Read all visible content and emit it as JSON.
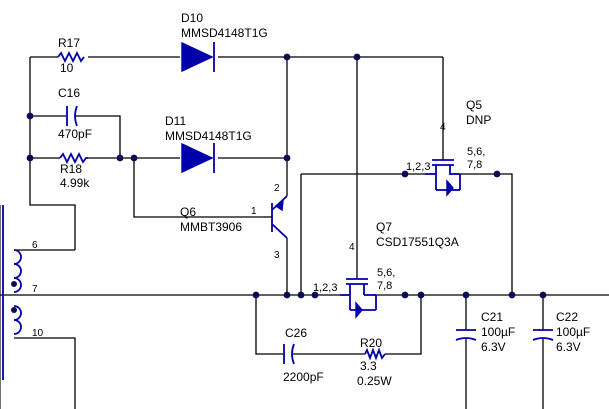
{
  "diagram": {
    "components": {
      "D10": {
        "ref": "D10",
        "value": "MMSD4148T1G"
      },
      "D11": {
        "ref": "D11",
        "value": "MMSD4148T1G"
      },
      "R17": {
        "ref": "R17",
        "value": "10"
      },
      "C16": {
        "ref": "C16",
        "value": "470pF"
      },
      "R18": {
        "ref": "R18",
        "value": "4.99k"
      },
      "Q5": {
        "ref": "Q5",
        "value": "DNP",
        "pin_gate": "4",
        "pin_source": "1,2,3",
        "pin_drain_a": "5,6,",
        "pin_drain_b": "7,8"
      },
      "Q6": {
        "ref": "Q6",
        "value": "MMBT3906",
        "pin_base": "1",
        "pin_emitter": "2",
        "pin_collector": "3"
      },
      "Q7": {
        "ref": "Q7",
        "value": "CSD17551Q3A",
        "pin_gate": "4",
        "pin_source": "1,2,3",
        "pin_drain_a": "5,6,",
        "pin_drain_b": "7,8"
      },
      "C26": {
        "ref": "C26",
        "value": "2200pF"
      },
      "R20": {
        "ref": "R20",
        "value": "3.3",
        "power": "0.25W"
      },
      "C21": {
        "ref": "C21",
        "value": "100µF",
        "voltage": "6.3V"
      },
      "C22": {
        "ref": "C22",
        "value": "100µF",
        "voltage": "6.3V"
      }
    },
    "transformer_pins": [
      "6",
      "7",
      "10"
    ],
    "colors": {
      "component": "#0000aa",
      "wire": "#000000",
      "node": "#0a0a55"
    }
  }
}
